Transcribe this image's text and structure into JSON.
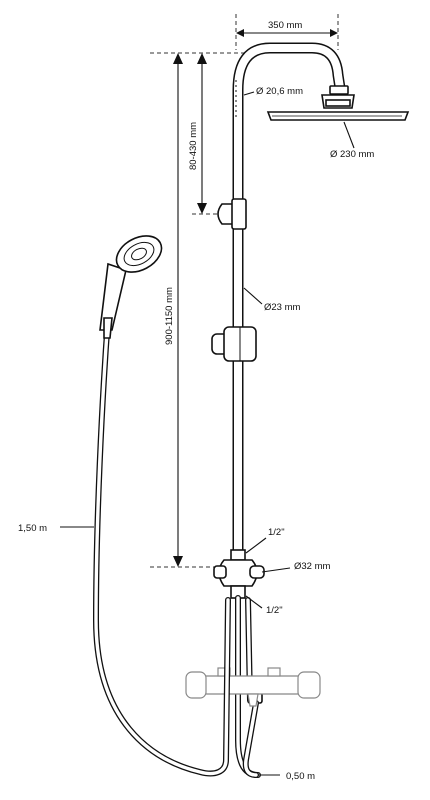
{
  "labels": {
    "head_arm_width": "350 mm",
    "pipe_top_diameter": "Ø 20,6 mm",
    "head_diameter": "Ø 230 mm",
    "height_range_upper": "80-430 mm",
    "height_range_total": "900-1150 mm",
    "bar_diameter": "Ø23 mm",
    "thread_top": "1/2\"",
    "connector_diameter": "Ø32 mm",
    "thread_bottom": "1/2\"",
    "hose_length_long": "1,50 m",
    "hose_length_short": "0,50 m"
  },
  "colors": {
    "line": "#111111",
    "background": "#ffffff",
    "ghost": "#888888"
  }
}
